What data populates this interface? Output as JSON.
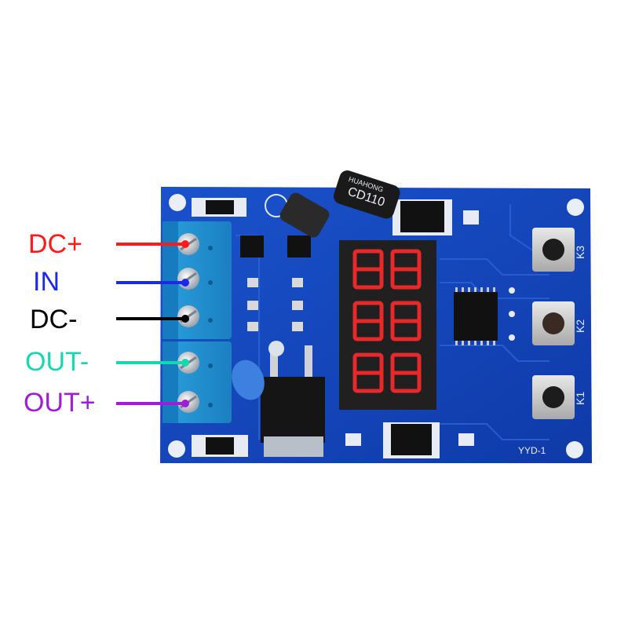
{
  "pins": [
    {
      "label": "DC+",
      "color": "#ff1a1a"
    },
    {
      "label": "IN",
      "color": "#1e28e8"
    },
    {
      "label": "DC-",
      "color": "#000000"
    },
    {
      "label": "OUT-",
      "color": "#13d8b0"
    },
    {
      "label": "OUT+",
      "color": "#a21cd8"
    }
  ],
  "board": {
    "color": "#1447c0",
    "model": "YYD-1",
    "button_labels": [
      "K3",
      "K2",
      "K1"
    ],
    "inductor_text": [
      "CD110",
      "HUAHONG"
    ],
    "display_color": "#ff2b2b"
  }
}
